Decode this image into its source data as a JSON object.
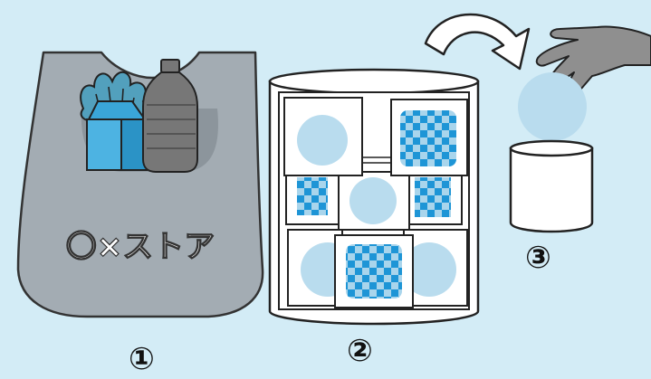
{
  "bag": {
    "text": "〇×ストア"
  },
  "labels": {
    "one": "①",
    "two": "②",
    "three": "③"
  },
  "colors": {
    "background": "#d3ecf6",
    "bag": "#a3acb3",
    "light_blue": "#b9dcee",
    "check_dark": "#1e95d6",
    "check_light": "#a9d5ec",
    "bottle": "#777777",
    "vegetable": "#52a0bd"
  },
  "icons": [
    "shopping-bag-icon",
    "milk-carton-icon",
    "bottle-icon",
    "vegetable-icon",
    "container-icon",
    "hand-icon",
    "curved-arrow-icon"
  ]
}
